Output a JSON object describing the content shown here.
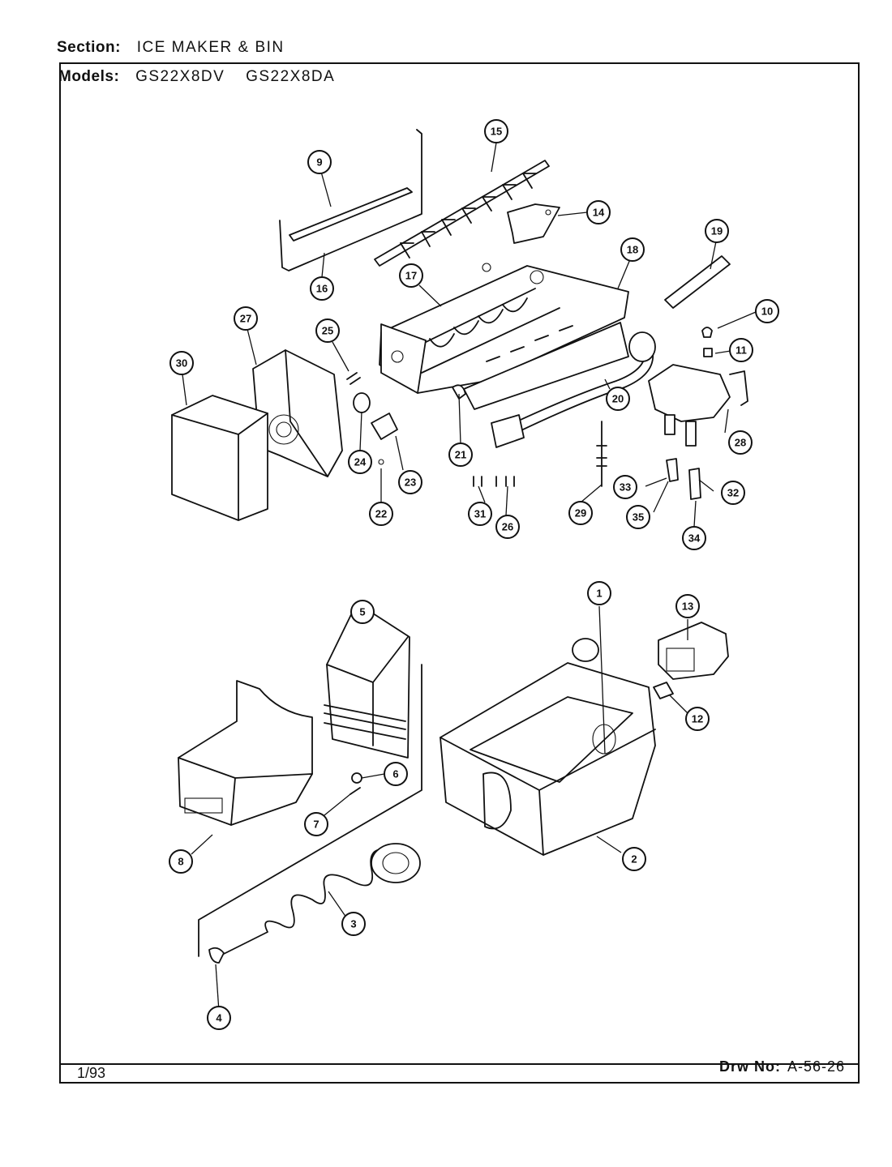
{
  "header": {
    "section_label": "Section:",
    "section_value": "ICE MAKER & BIN",
    "models_label": "Models:",
    "models": [
      "GS22X8DV",
      "GS22X8DA"
    ]
  },
  "footer": {
    "date": "1/93",
    "drawing_label": "Drw No:",
    "drawing_number": "A-56-26"
  },
  "callouts": [
    "1",
    "2",
    "3",
    "4",
    "5",
    "6",
    "7",
    "8",
    "9",
    "10",
    "11",
    "12",
    "13",
    "14",
    "15",
    "16",
    "17",
    "18",
    "19",
    "20",
    "21",
    "22",
    "23",
    "24",
    "25",
    "26",
    "27",
    "28",
    "29",
    "30",
    "31",
    "32",
    "33",
    "34",
    "35"
  ]
}
